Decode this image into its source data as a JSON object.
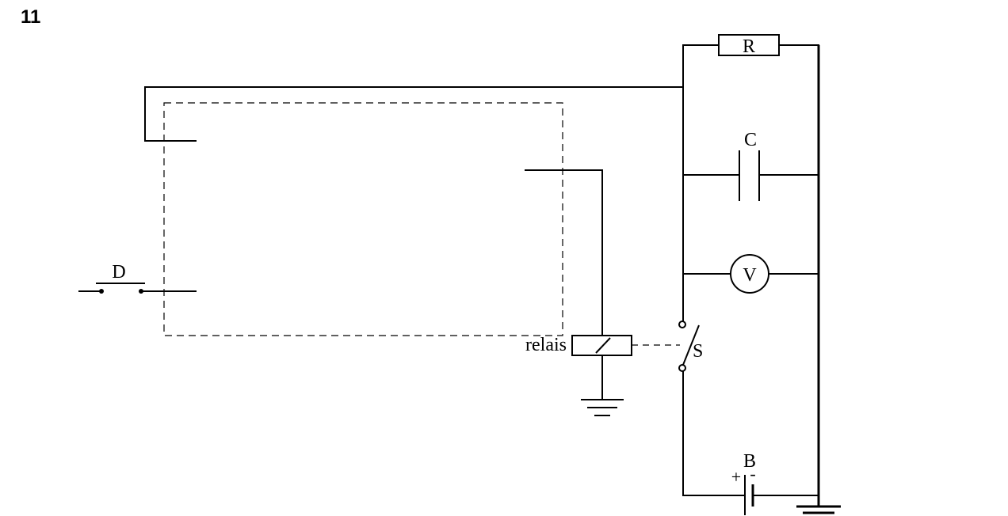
{
  "page_number": "11",
  "labels": {
    "resistor": "R",
    "capacitor": "C",
    "voltmeter": "V",
    "switch": "S",
    "battery": "B",
    "battery_plus": "+",
    "battery_minus": "-",
    "relay": "relais",
    "pushbutton": "D"
  }
}
